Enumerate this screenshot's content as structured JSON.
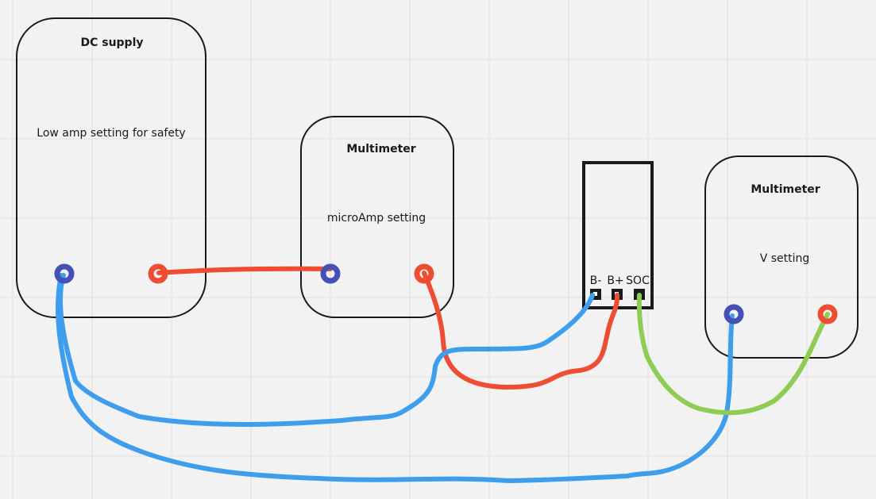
{
  "colors": {
    "background": "#f2f2f2",
    "grid": "#e6e6e6",
    "blue_wire": "#3f9ded",
    "red_wire": "#ee4c33",
    "green_wire": "#8fcc54",
    "negative_terminal": "#4350b5",
    "positive_terminal": "#ee4c33"
  },
  "dc_supply": {
    "title": "DC supply",
    "note": "Low amp setting for safety"
  },
  "multimeter_current": {
    "title": "Multimeter",
    "note": "microAmp setting"
  },
  "battery_board": {
    "pins": [
      "B-",
      "B+",
      "SOC"
    ]
  },
  "multimeter_voltage": {
    "title": "Multimeter",
    "note": "V setting"
  }
}
